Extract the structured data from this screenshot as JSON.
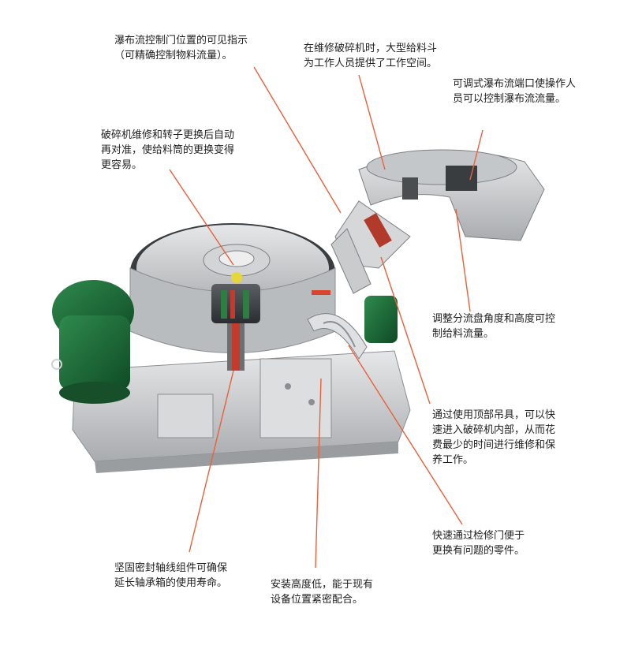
{
  "callouts": {
    "flow_gate_indicator": "瀑布流控制门位置的可见指示\n（可精确控制物料流量）。",
    "feed_hopper": "在维修破碎机时，大型给料斗\n为工作人员提供了工作空间。",
    "cascade_port": "可调式瀑布流端口使操作人\n员可以控制瀑布流流量。",
    "rotor_realign": "破碎机维修和转子更换后自动\n再对准，使给料筒的更换变得\n更容易。",
    "distributor_plate": "调整分流盘角度和高度可控\n制给料流量。",
    "top_lifting": "通过使用顶部吊具，可以快\n速进入破碎机内部，从而花\n费最少的时间进行维修和保\n养工作。",
    "inspection_door": "快速通过检修门便于\n更换有问题的零件。",
    "sealed_shaft": "坚固密封轴线组件可确保\n延长轴承箱的使用寿命。",
    "low_height": "安装高度低，能于现有\n设备位置紧密配合。"
  },
  "colors": {
    "leader_line": "#e8603c",
    "motor_green": "#1f6b3a",
    "frame_gray": "#c9cbcd",
    "rotor_red": "#c43b2b"
  }
}
